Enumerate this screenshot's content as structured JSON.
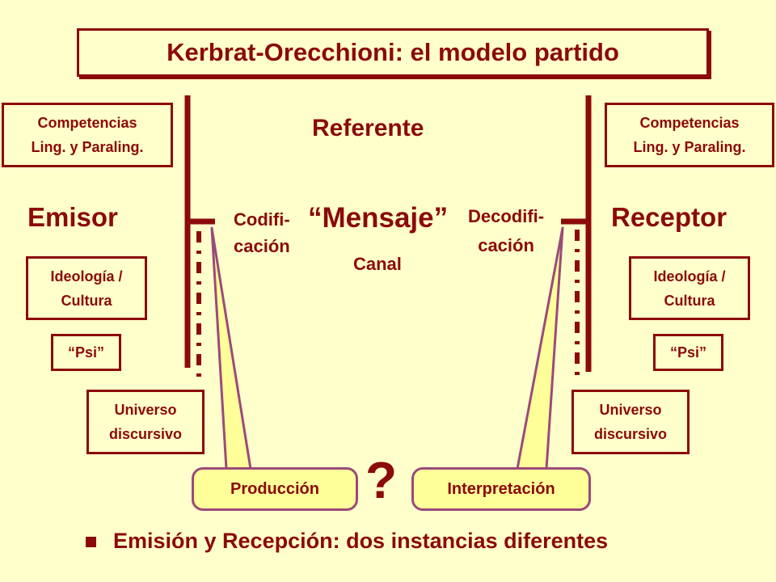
{
  "title": "Kerbrat-Orecchioni: el modelo partido",
  "left": {
    "competencias": [
      "Competencias",
      "Ling. y Paraling."
    ],
    "actor": "Emisor",
    "ideologia": [
      "Ideología /",
      "Cultura"
    ],
    "psi": "“Psi”",
    "universo": [
      "Universo",
      "discursivo"
    ],
    "proceso": [
      "Codifi-",
      "cación"
    ]
  },
  "right": {
    "competencias": [
      "Competencias",
      "Ling. y Paraling."
    ],
    "actor": "Receptor",
    "ideologia": [
      "Ideología /",
      "Cultura"
    ],
    "psi": "“Psi”",
    "universo": [
      "Universo",
      "discursivo"
    ],
    "proceso": [
      "Decodifi-",
      "cación"
    ]
  },
  "center": {
    "referente": "Referente",
    "mensaje": "“Mensaje”",
    "canal": "Canal",
    "question": "?"
  },
  "bottom": {
    "produccion": "Producción",
    "interpretacion": "Interpretación",
    "bullet": "Emisión y Recepción: dos instancias diferentes"
  },
  "colors": {
    "background": "#FFFFCC",
    "text": "#8B0A0A",
    "callout_fill": "#FFFF99",
    "callout_border": "#9B4A7A"
  }
}
